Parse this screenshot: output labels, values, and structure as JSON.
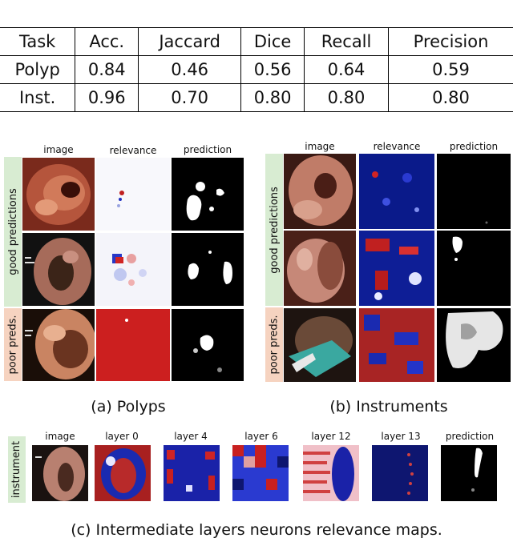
{
  "table": {
    "headers": [
      "Task",
      "Acc.",
      "Jaccard",
      "Dice",
      "Recall",
      "Precision"
    ],
    "rows": [
      [
        "Polyp",
        "0.84",
        "0.46",
        "0.56",
        "0.64",
        "0.59"
      ],
      [
        "Inst.",
        "0.96",
        "0.70",
        "0.80",
        "0.80",
        "0.80"
      ]
    ]
  },
  "panel_a": {
    "columns": [
      "image",
      "relevance",
      "prediction"
    ],
    "row_labels": {
      "good": "good predictions",
      "poor": "poor preds."
    },
    "caption": "(a) Polyps"
  },
  "panel_b": {
    "columns": [
      "image",
      "relevance",
      "prediction"
    ],
    "row_labels": {
      "good": "good predictions",
      "poor": "poor preds."
    },
    "caption": "(b) Instruments"
  },
  "panel_c": {
    "row_label": "instrument",
    "columns": [
      "image",
      "layer 0",
      "layer 4",
      "layer 6",
      "layer 12",
      "layer 13",
      "prediction"
    ],
    "caption": "(c) Intermediate layers neurons relevance maps."
  },
  "colors": {
    "good_strip": "#d8ecd2",
    "poor_strip": "#f6d3c0",
    "relevance_positive": "#cc1f1f",
    "relevance_negative": "#1a2cc4"
  }
}
